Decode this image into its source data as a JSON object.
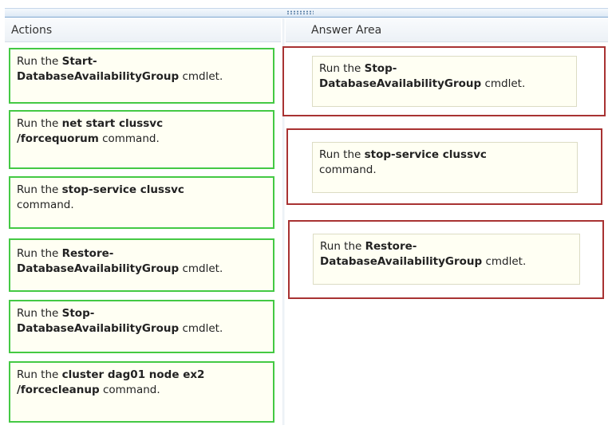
{
  "panes": {
    "actions_title": "Actions",
    "answer_title": "Answer Area"
  },
  "actions": [
    {
      "prefix": "Run the ",
      "bold": "Start-DatabaseAvailabilityGroup",
      "suffix": " cmdlet."
    },
    {
      "prefix": "Run the ",
      "bold": "net start clussvc /forcequorum",
      "suffix": " command."
    },
    {
      "prefix": "Run the ",
      "bold": "stop-service clussvc",
      "suffix": " command."
    },
    {
      "prefix": "Run the ",
      "bold": "Restore-DatabaseAvailabilityGroup",
      "suffix": " cmdlet."
    },
    {
      "prefix": "Run the ",
      "bold": "Stop-DatabaseAvailabilityGroup",
      "suffix": " cmdlet."
    },
    {
      "prefix": "Run the ",
      "bold": "cluster dag01 node ex2 /forcecleanup",
      "suffix": " command."
    }
  ],
  "answers": [
    {
      "prefix": "Run the ",
      "bold": "Stop-DatabaseAvailabilityGroup",
      "suffix": " cmdlet."
    },
    {
      "prefix": "Run the ",
      "bold": "stop-service clussvc",
      "suffix": " command."
    },
    {
      "prefix": "Run the ",
      "bold": "Restore-DatabaseAvailabilityGroup",
      "suffix": " cmdlet."
    }
  ],
  "colors": {
    "action_border": "#44c944",
    "slot_border": "#a83232",
    "card_background": "#fffff3"
  }
}
